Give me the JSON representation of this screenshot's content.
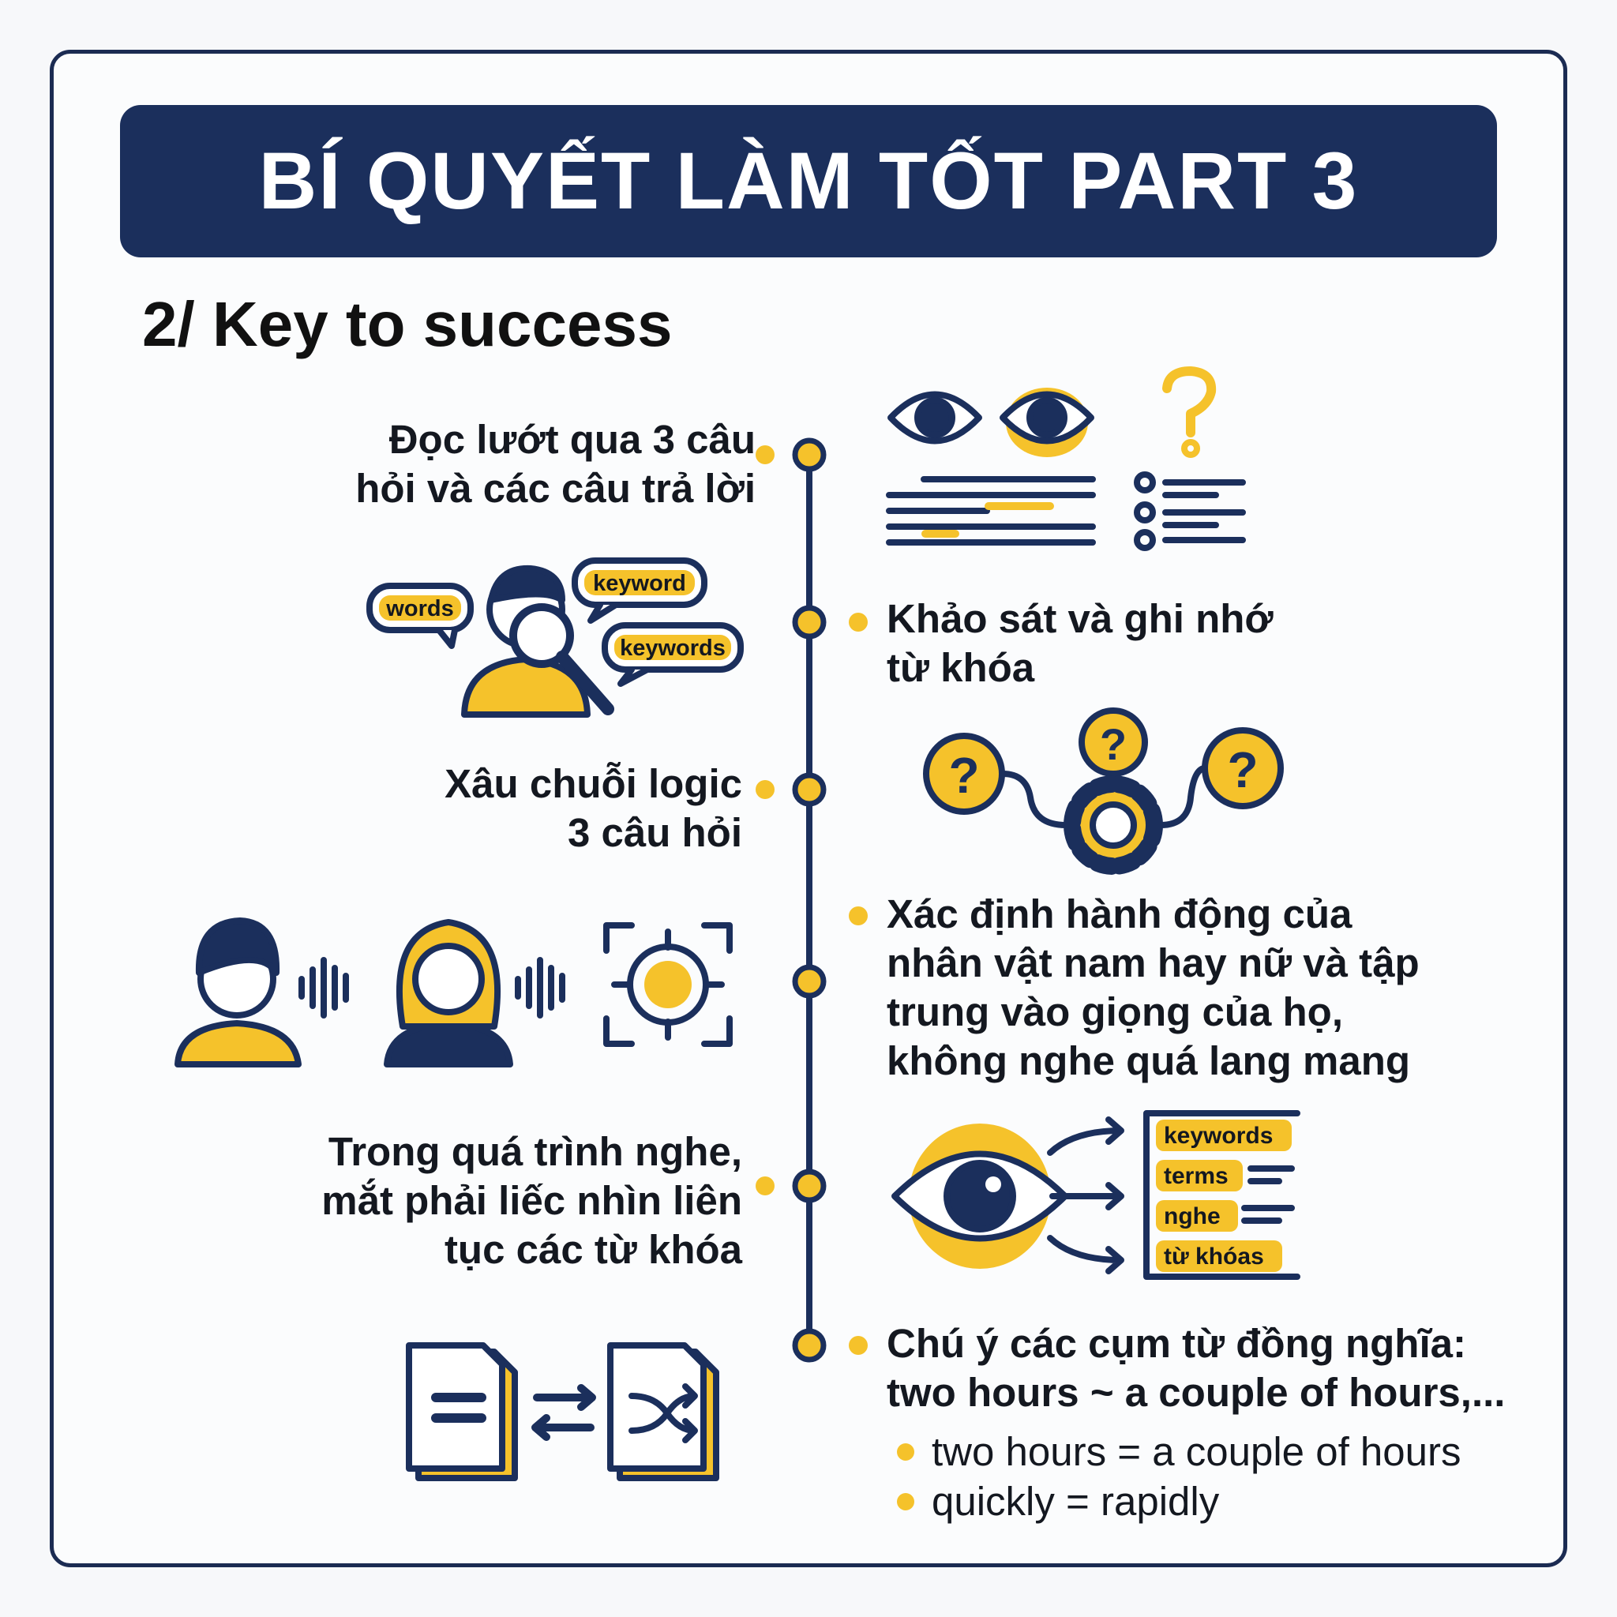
{
  "title": "BÍ QUYẾT LÀM TỐT PART 3",
  "subtitle": "2/ Key to success",
  "steps": [
    {
      "line1": "Đọc lướt qua 3 câu",
      "line2": "hỏi và các câu trả lời"
    },
    {
      "line1": "Khảo sát và ghi nhớ",
      "line2": "từ khóa"
    },
    {
      "line1": "Xâu chuỗi logic",
      "line2": "3 câu hỏi"
    },
    {
      "line1": "Xác định hành động của",
      "line2": "nhân vật nam hay nữ và tập",
      "line3": "trung vào giọng của họ,",
      "line4": "không nghe quá lang mang"
    },
    {
      "line1": "Trong quá trình nghe,",
      "line2": "mắt phải liếc nhìn liên",
      "line3": "tục các từ khóa"
    },
    {
      "line1": "Chú ý các cụm từ đồng nghĩa:",
      "line2": "two hours ~ a couple of hours,..."
    }
  ],
  "examples": [
    "two hours = a couple of hours",
    "quickly = rapidly"
  ],
  "bubbles": {
    "words": "words",
    "keyword": "keyword",
    "keywords": "keywords"
  },
  "tags": [
    "keywords",
    "terms",
    "nghe",
    "từ khóas"
  ],
  "colors": {
    "navy": "#1b2f5c",
    "yellow": "#f5c22b"
  }
}
